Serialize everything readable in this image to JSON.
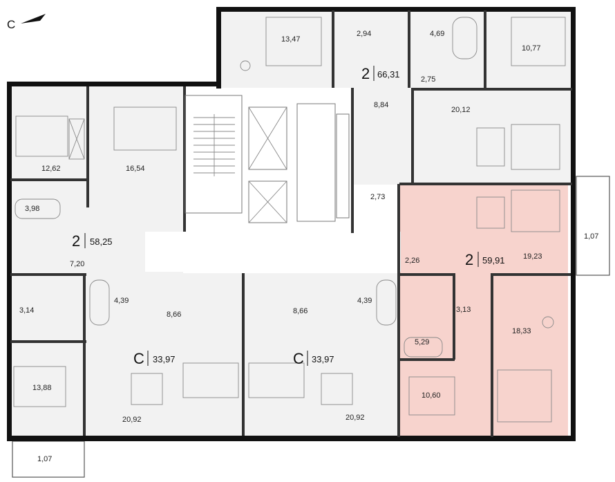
{
  "compass": {
    "letter": "С"
  },
  "colors": {
    "floor": "#f2f2f2",
    "highlight": "#f7d3cd",
    "wall": "#111111",
    "common": "#ffffff"
  },
  "apartments": [
    {
      "id": "top-right",
      "type": "2",
      "area": "66,31",
      "highlighted": false
    },
    {
      "id": "left",
      "type": "2",
      "area": "58,25",
      "highlighted": false
    },
    {
      "id": "right",
      "type": "2",
      "area": "59,91",
      "highlighted": true
    },
    {
      "id": "studio-left",
      "type": "С",
      "area": "33,97",
      "highlighted": false
    },
    {
      "id": "studio-right",
      "type": "С",
      "area": "33,97",
      "highlighted": false
    }
  ],
  "rooms": [
    "13,47",
    "2,94",
    "4,69",
    "10,77",
    "2,75",
    "8,84",
    "20,12",
    "12,62",
    "16,54",
    "3,98",
    "7,20",
    "3,14",
    "13,88",
    "2,73",
    "2,26",
    "19,23",
    "1,07",
    "4,39",
    "8,66",
    "8,66",
    "4,39",
    "3,13",
    "5,29",
    "18,33",
    "10,60",
    "20,92",
    "20,92",
    "1,07"
  ]
}
